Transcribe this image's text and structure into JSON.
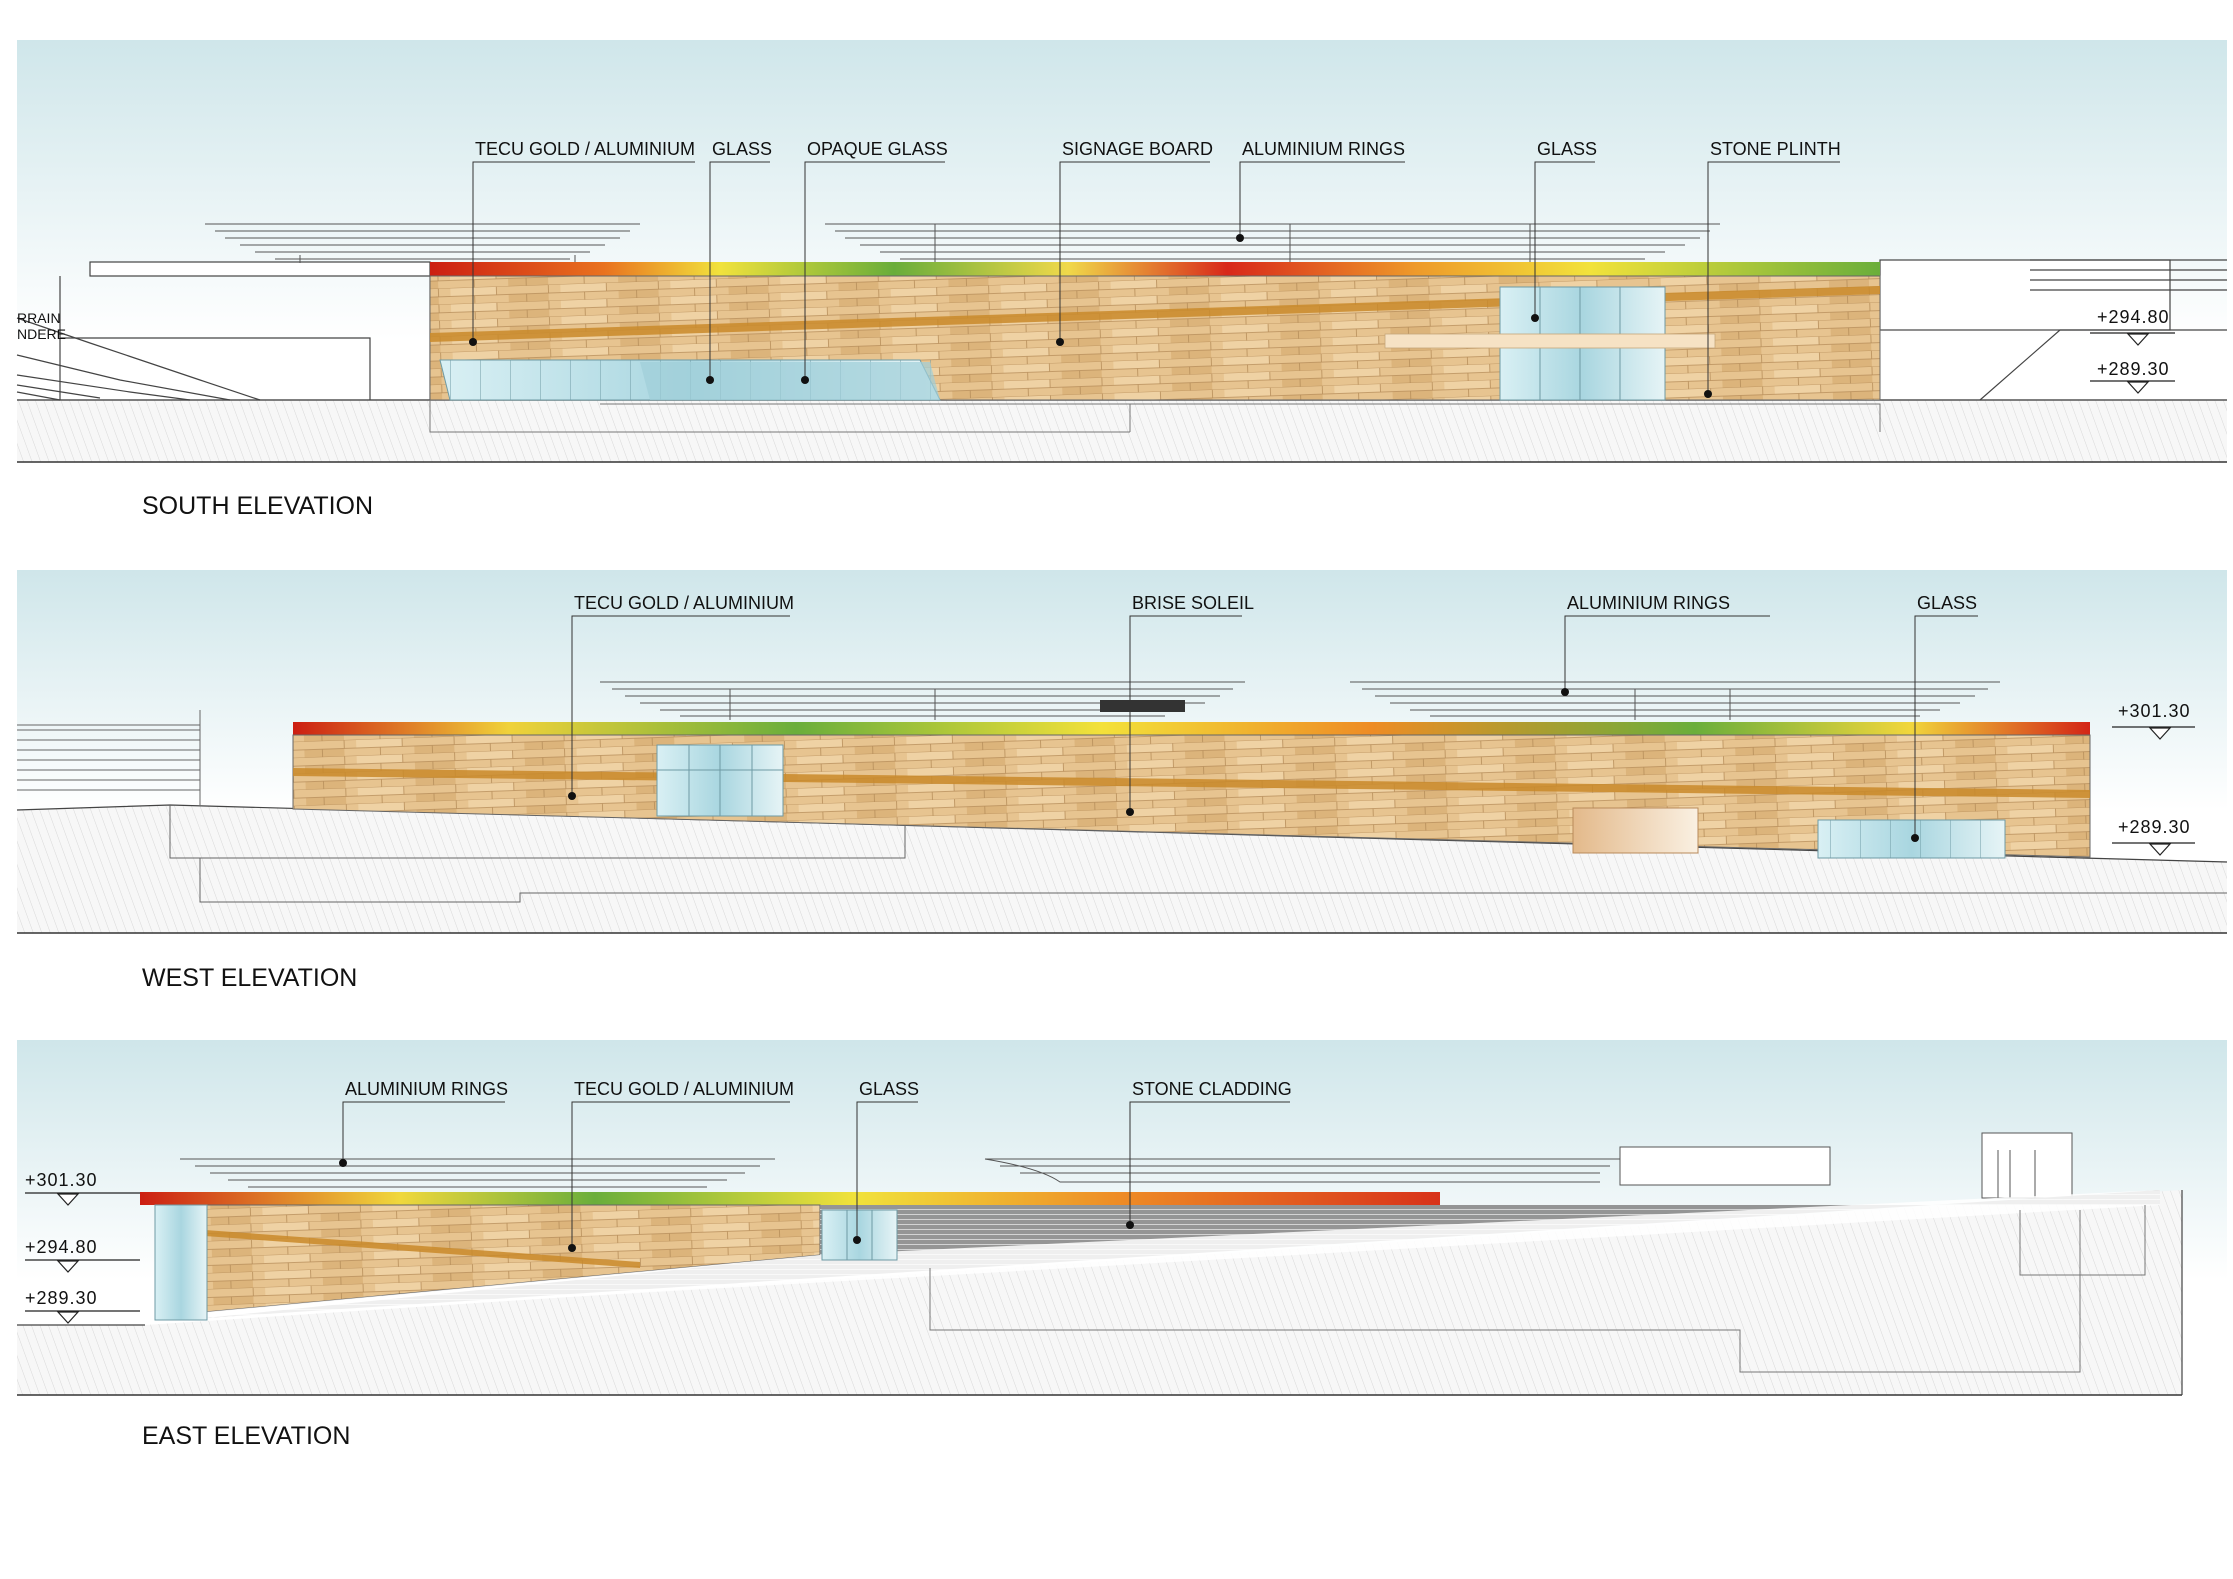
{
  "drawing": {
    "south": {
      "title": "SOUTH ELEVATION",
      "callouts": [
        "TECU GOLD / ALUMINIUM",
        "GLASS",
        "OPAQUE GLASS",
        "SIGNAGE BOARD",
        "ALUMINIUM RINGS",
        "GLASS",
        "STONE PLINTH"
      ],
      "levels": [
        "+294.80",
        "+289.30"
      ],
      "edge_text": [
        "RRAIN",
        "NDERE"
      ]
    },
    "west": {
      "title": "WEST ELEVATION",
      "callouts": [
        "TECU GOLD / ALUMINIUM",
        "BRISE SOLEIL",
        "ALUMINIUM RINGS",
        "GLASS"
      ],
      "levels": [
        "+301.30",
        "+289.30"
      ]
    },
    "east": {
      "title": "EAST ELEVATION",
      "callouts": [
        "ALUMINIUM RINGS",
        "TECU GOLD / ALUMINIUM",
        "GLASS",
        "STONE CLADDING"
      ],
      "levels": [
        "+301.30",
        "+294.80",
        "+289.30"
      ]
    }
  },
  "colors": {
    "sky_top": "#d2e8eb",
    "sky_bottom": "#ffffff",
    "cladding": "#e8c48f",
    "cladding_band": "#c98a2a",
    "glass": "#bfe2ea",
    "roof_red": "#d21f14",
    "roof_yellow": "#efe43a",
    "roof_green": "#6fb33e",
    "ground_hatch": "#dddddd",
    "line": "#333333"
  }
}
